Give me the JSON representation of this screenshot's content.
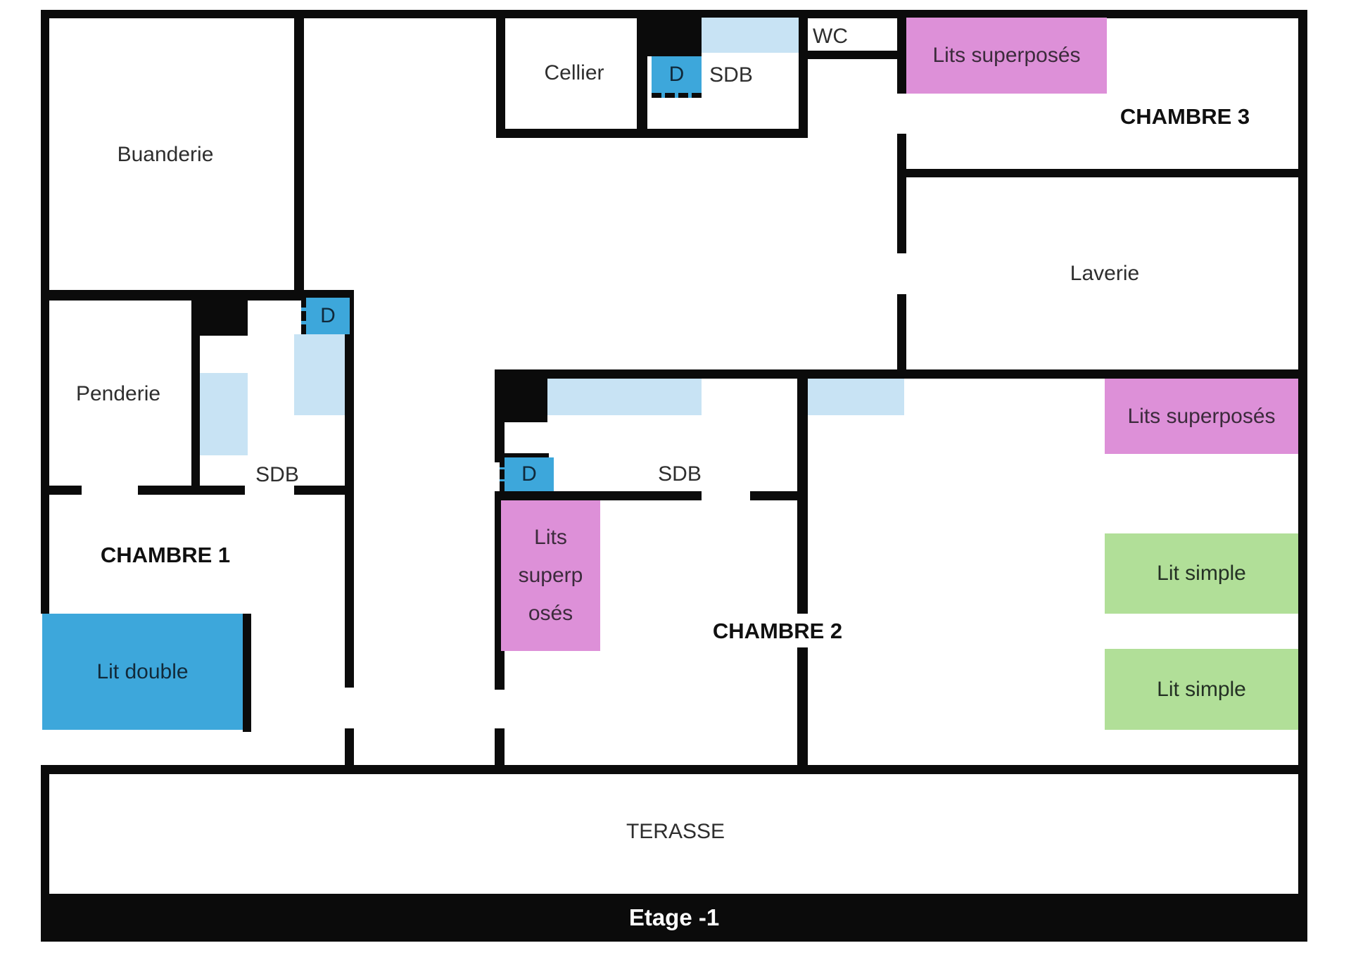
{
  "plan": {
    "floor_label": "Etage -1",
    "rooms": {
      "buanderie": {
        "label": "Buanderie"
      },
      "penderie": {
        "label": "Penderie"
      },
      "sdb1": {
        "label": "SDB"
      },
      "chambre1": {
        "label": "CHAMBRE 1"
      },
      "cellier": {
        "label": "Cellier"
      },
      "sdb2": {
        "label": "SDB"
      },
      "wc": {
        "label": "WC"
      },
      "chambre3": {
        "label": "CHAMBRE 3"
      },
      "laverie": {
        "label": "Laverie"
      },
      "sdb3": {
        "label": "SDB"
      },
      "chambre2": {
        "label": "CHAMBRE 2"
      },
      "terasse": {
        "label": "TERASSE"
      }
    },
    "furniture": {
      "lit_double": {
        "label": "Lit double"
      },
      "bunk_chambre3": {
        "label": "Lits superposés"
      },
      "bunk_chambre2": {
        "label": "Lits superposés",
        "lines": [
          "Lits",
          "superp",
          "osés"
        ]
      },
      "bunk_right_room": {
        "label": "Lits superposés"
      },
      "lit_simple_1": {
        "label": "Lit simple"
      },
      "lit_simple_2": {
        "label": "Lit simple"
      }
    },
    "doors": {
      "door_label": "D"
    },
    "colors": {
      "wall": "#0b0b0b",
      "door-blue": "#3da7db",
      "bed-blue": "#3da7db",
      "fixture-blue": "#c8e3f4",
      "bunk-pink": "#dd90d8",
      "bed-green": "#b1df98",
      "label": "#2e2e2e",
      "label-dark": "#101010",
      "etage-text": "#ffffff",
      "bg": "#ffffff"
    }
  }
}
